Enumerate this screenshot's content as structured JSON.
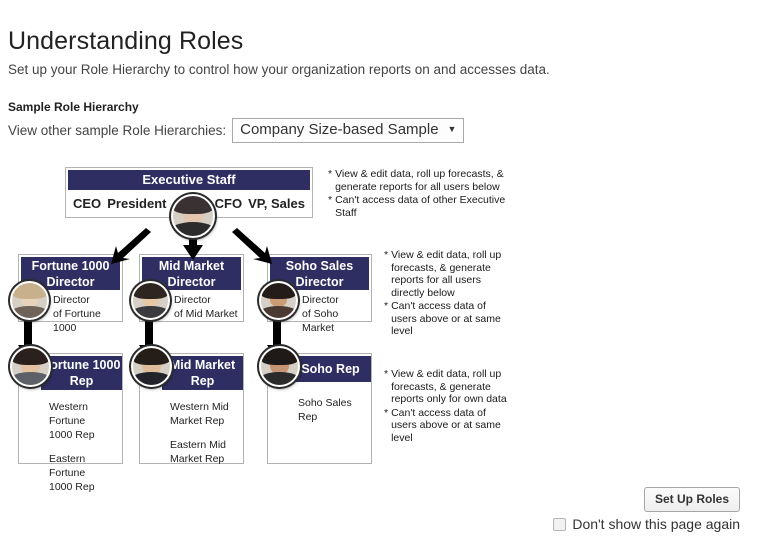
{
  "page": {
    "title": "Understanding Roles",
    "subtitle": "Set up your Role Hierarchy to control how your organization reports on and accesses data.",
    "section_label": "Sample Role Hierarchy",
    "selector_label": "View other sample Role Hierarchies:",
    "selected_sample": "Company Size-based Sample",
    "caret": "▼"
  },
  "diagram": {
    "executive": {
      "title": "Executive Staff",
      "members": [
        "CEO",
        "President",
        "CFO",
        "VP, Sales"
      ]
    },
    "directors": [
      {
        "title": "Fortune 1000 Director",
        "lines": [
          "Director",
          "of Fortune 1000"
        ]
      },
      {
        "title": "Mid Market Director",
        "lines": [
          "Director",
          "of Mid Market"
        ]
      },
      {
        "title": "Soho Sales Director",
        "lines": [
          "Director",
          "of Soho Market"
        ]
      }
    ],
    "reps": [
      {
        "title": "Fortune 1000 Rep",
        "lines": [
          "Western Fortune",
          "1000 Rep",
          "",
          "Eastern Fortune",
          "1000 Rep"
        ]
      },
      {
        "title": "Mid Market Rep",
        "lines": [
          "Western Mid",
          "Market Rep",
          "",
          "Eastern Mid",
          "Market Rep"
        ]
      },
      {
        "title": "Soho Rep",
        "lines": [
          "Soho Sales Rep"
        ]
      }
    ],
    "annotations": {
      "executive": [
        "View & edit data, roll up forecasts, & generate reports for all users below",
        "Can't access data of other Executive Staff"
      ],
      "director": [
        "View & edit data, roll up forecasts, & generate reports for all users directly below",
        "Can't access data of users above or at same level"
      ],
      "rep": [
        "View & edit data, roll up forecasts, & generate reports only for own data",
        "Can't access data of users above or at same level"
      ],
      "bullet": "*"
    }
  },
  "footer": {
    "setup_button": "Set Up Roles",
    "dont_show_label": "Don't show this page again"
  },
  "colors": {
    "header_navy": "#2e2e63",
    "box_border": "#b3b3b3",
    "text": "#333333"
  }
}
